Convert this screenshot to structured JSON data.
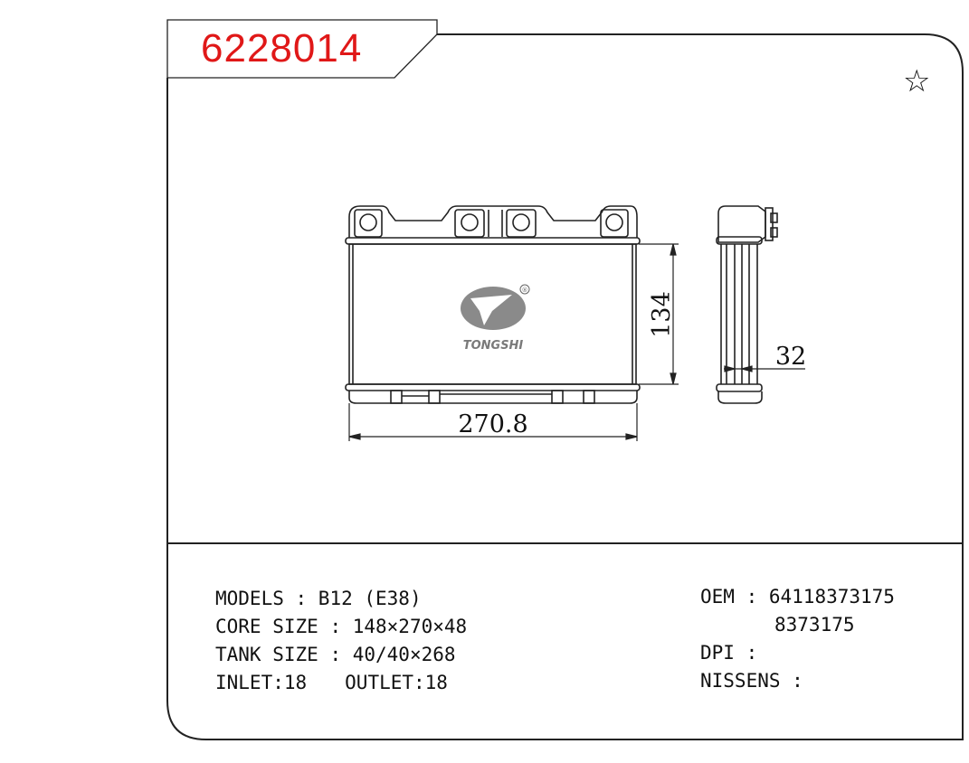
{
  "part_number": "6228014",
  "favorite_icon": "star-icon",
  "specs": {
    "models_label": "MODELS",
    "models_value": "B12 (E38)",
    "core_label": "CORE SIZE",
    "core_value": "148×270×48",
    "tank_label": "TANK SIZE",
    "tank_value": "40/40×268",
    "inlet": "INLET:18",
    "outlet": "OUTLET:18"
  },
  "refs": {
    "oem_label": "OEM",
    "oem_values": [
      "64118373175",
      "8373175"
    ],
    "dpi_label": "DPI",
    "dpi_value": "",
    "nissens_label": "NISSENS",
    "nissens_value": ""
  },
  "drawing": {
    "width_dim": "270.8",
    "height_dim": "134",
    "depth_dim": "32",
    "brand": "TONGSHI",
    "registered_mark": "®"
  }
}
